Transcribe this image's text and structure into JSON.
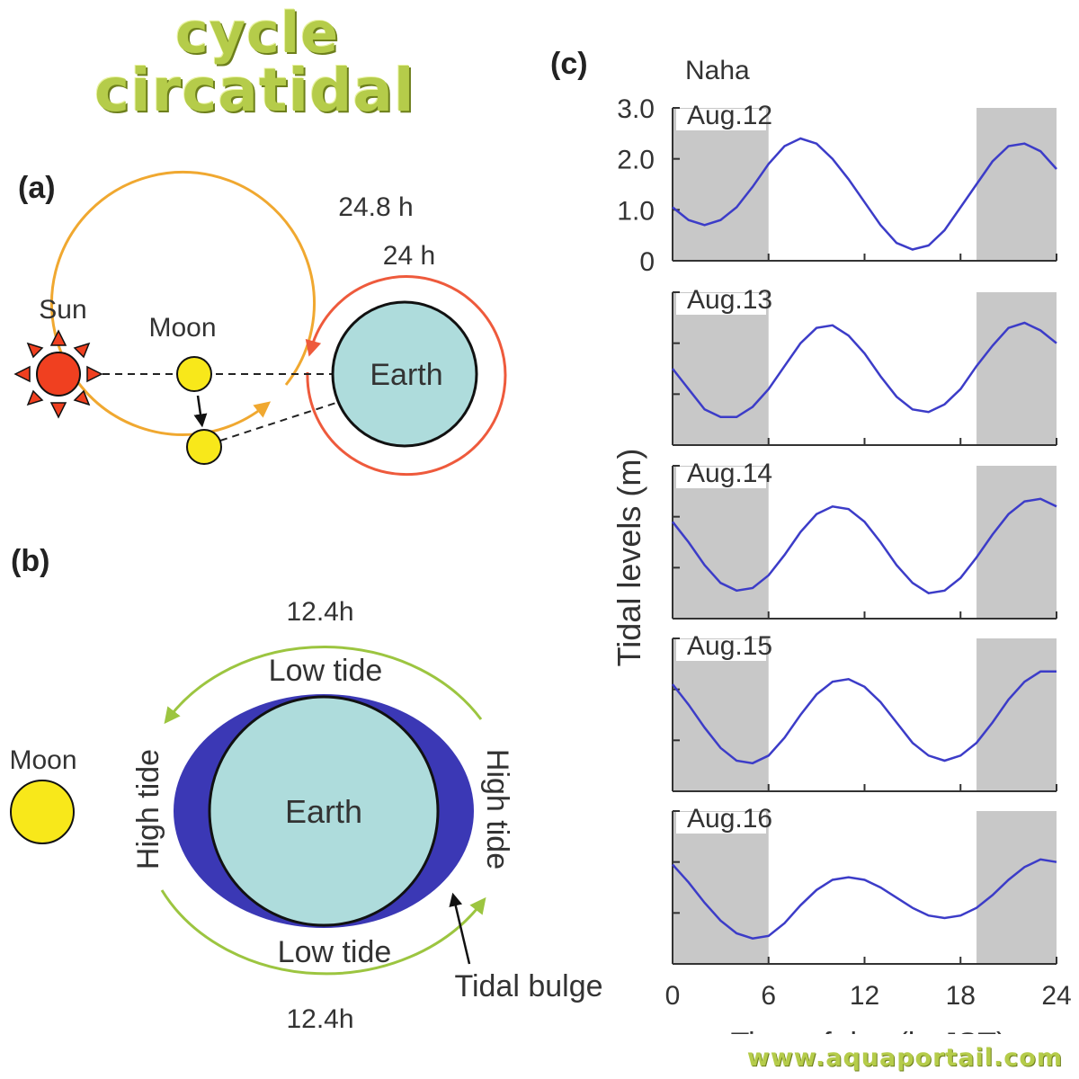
{
  "title": {
    "line1": "cycle",
    "line2": "circatidal"
  },
  "panel_a": {
    "label": "(a)",
    "sun": "Sun",
    "moon": "Moon",
    "earth": "Earth",
    "outer_cycle": "24.8 h",
    "inner_cycle": "24 h",
    "colors": {
      "outer": "#f0a830",
      "inner": "#ee5a3c",
      "earth": "#aedcdc",
      "moon": "#f8e81a",
      "sun": "#f04020"
    }
  },
  "panel_b": {
    "label": "(b)",
    "moon": "Moon",
    "earth": "Earth",
    "low_tide_top": "Low tide",
    "low_tide_bottom": "Low tide",
    "high_tide_left": "High tide",
    "high_tide_right": "High tide",
    "period_top": "12.4h",
    "period_bottom": "12.4h",
    "tidal_bulge": "Tidal bulge",
    "colors": {
      "bulge": "#3b38b5",
      "arrows": "#9cc540"
    }
  },
  "panel_c": {
    "label": "(c)",
    "location": "Naha",
    "ylabel": "Tidal levels (m)",
    "xlabel": "Time of day (h, JST)",
    "xticks": [
      "0",
      "6",
      "12",
      "18",
      "24"
    ],
    "yticks": [
      "3.0",
      "2.0",
      "1.0",
      "0"
    ]
  },
  "chart_data": {
    "type": "line",
    "title": "Naha",
    "xlabel": "Time of day (h, JST)",
    "ylabel": "Tidal levels (m)",
    "xlim": [
      0,
      24
    ],
    "ylim": [
      0,
      3.0
    ],
    "line_color": "#3c3cc8",
    "night_shading": {
      "dark_until_hour": 6,
      "dark_from_hour": 19
    },
    "panels": [
      {
        "date": "Aug.12",
        "x": [
          0,
          1,
          2,
          3,
          4,
          5,
          6,
          7,
          8,
          9,
          10,
          11,
          12,
          13,
          14,
          15,
          16,
          17,
          18,
          19,
          20,
          21,
          22,
          23,
          24
        ],
        "y": [
          1.05,
          0.8,
          0.7,
          0.8,
          1.05,
          1.45,
          1.9,
          2.25,
          2.4,
          2.3,
          2.0,
          1.6,
          1.15,
          0.7,
          0.35,
          0.22,
          0.3,
          0.6,
          1.05,
          1.5,
          1.95,
          2.25,
          2.3,
          2.15,
          1.8
        ]
      },
      {
        "date": "Aug.13",
        "x": [
          0,
          1,
          2,
          3,
          4,
          5,
          6,
          7,
          8,
          9,
          10,
          11,
          12,
          13,
          14,
          15,
          16,
          17,
          18,
          19,
          20,
          21,
          22,
          23,
          24
        ],
        "y": [
          1.5,
          1.1,
          0.7,
          0.55,
          0.55,
          0.75,
          1.1,
          1.55,
          2.0,
          2.3,
          2.35,
          2.15,
          1.8,
          1.35,
          0.95,
          0.7,
          0.65,
          0.8,
          1.1,
          1.55,
          1.95,
          2.3,
          2.4,
          2.25,
          2.0
        ]
      },
      {
        "date": "Aug.14",
        "x": [
          0,
          1,
          2,
          3,
          4,
          5,
          6,
          7,
          8,
          9,
          10,
          11,
          12,
          13,
          14,
          15,
          16,
          17,
          18,
          19,
          20,
          21,
          22,
          23,
          24
        ],
        "y": [
          1.9,
          1.5,
          1.05,
          0.7,
          0.55,
          0.6,
          0.85,
          1.25,
          1.7,
          2.05,
          2.2,
          2.15,
          1.9,
          1.5,
          1.05,
          0.7,
          0.5,
          0.55,
          0.8,
          1.2,
          1.65,
          2.05,
          2.3,
          2.35,
          2.2
        ]
      },
      {
        "date": "Aug.15",
        "x": [
          0,
          1,
          2,
          3,
          4,
          5,
          6,
          7,
          8,
          9,
          10,
          11,
          12,
          13,
          14,
          15,
          16,
          17,
          18,
          19,
          20,
          21,
          22,
          23,
          24
        ],
        "y": [
          2.1,
          1.7,
          1.25,
          0.85,
          0.6,
          0.55,
          0.7,
          1.05,
          1.5,
          1.9,
          2.15,
          2.2,
          2.05,
          1.75,
          1.35,
          0.95,
          0.7,
          0.6,
          0.7,
          0.95,
          1.35,
          1.8,
          2.15,
          2.35,
          2.35
        ]
      },
      {
        "date": "Aug.16",
        "x": [
          0,
          1,
          2,
          3,
          4,
          5,
          6,
          7,
          8,
          9,
          10,
          11,
          12,
          13,
          14,
          15,
          16,
          17,
          18,
          19,
          20,
          21,
          22,
          23,
          24
        ],
        "y": [
          1.95,
          1.6,
          1.2,
          0.85,
          0.6,
          0.5,
          0.55,
          0.8,
          1.15,
          1.45,
          1.65,
          1.7,
          1.65,
          1.5,
          1.3,
          1.1,
          0.95,
          0.9,
          0.95,
          1.1,
          1.35,
          1.65,
          1.9,
          2.05,
          2.0
        ]
      }
    ]
  },
  "footer": "www.aquaportail.com"
}
